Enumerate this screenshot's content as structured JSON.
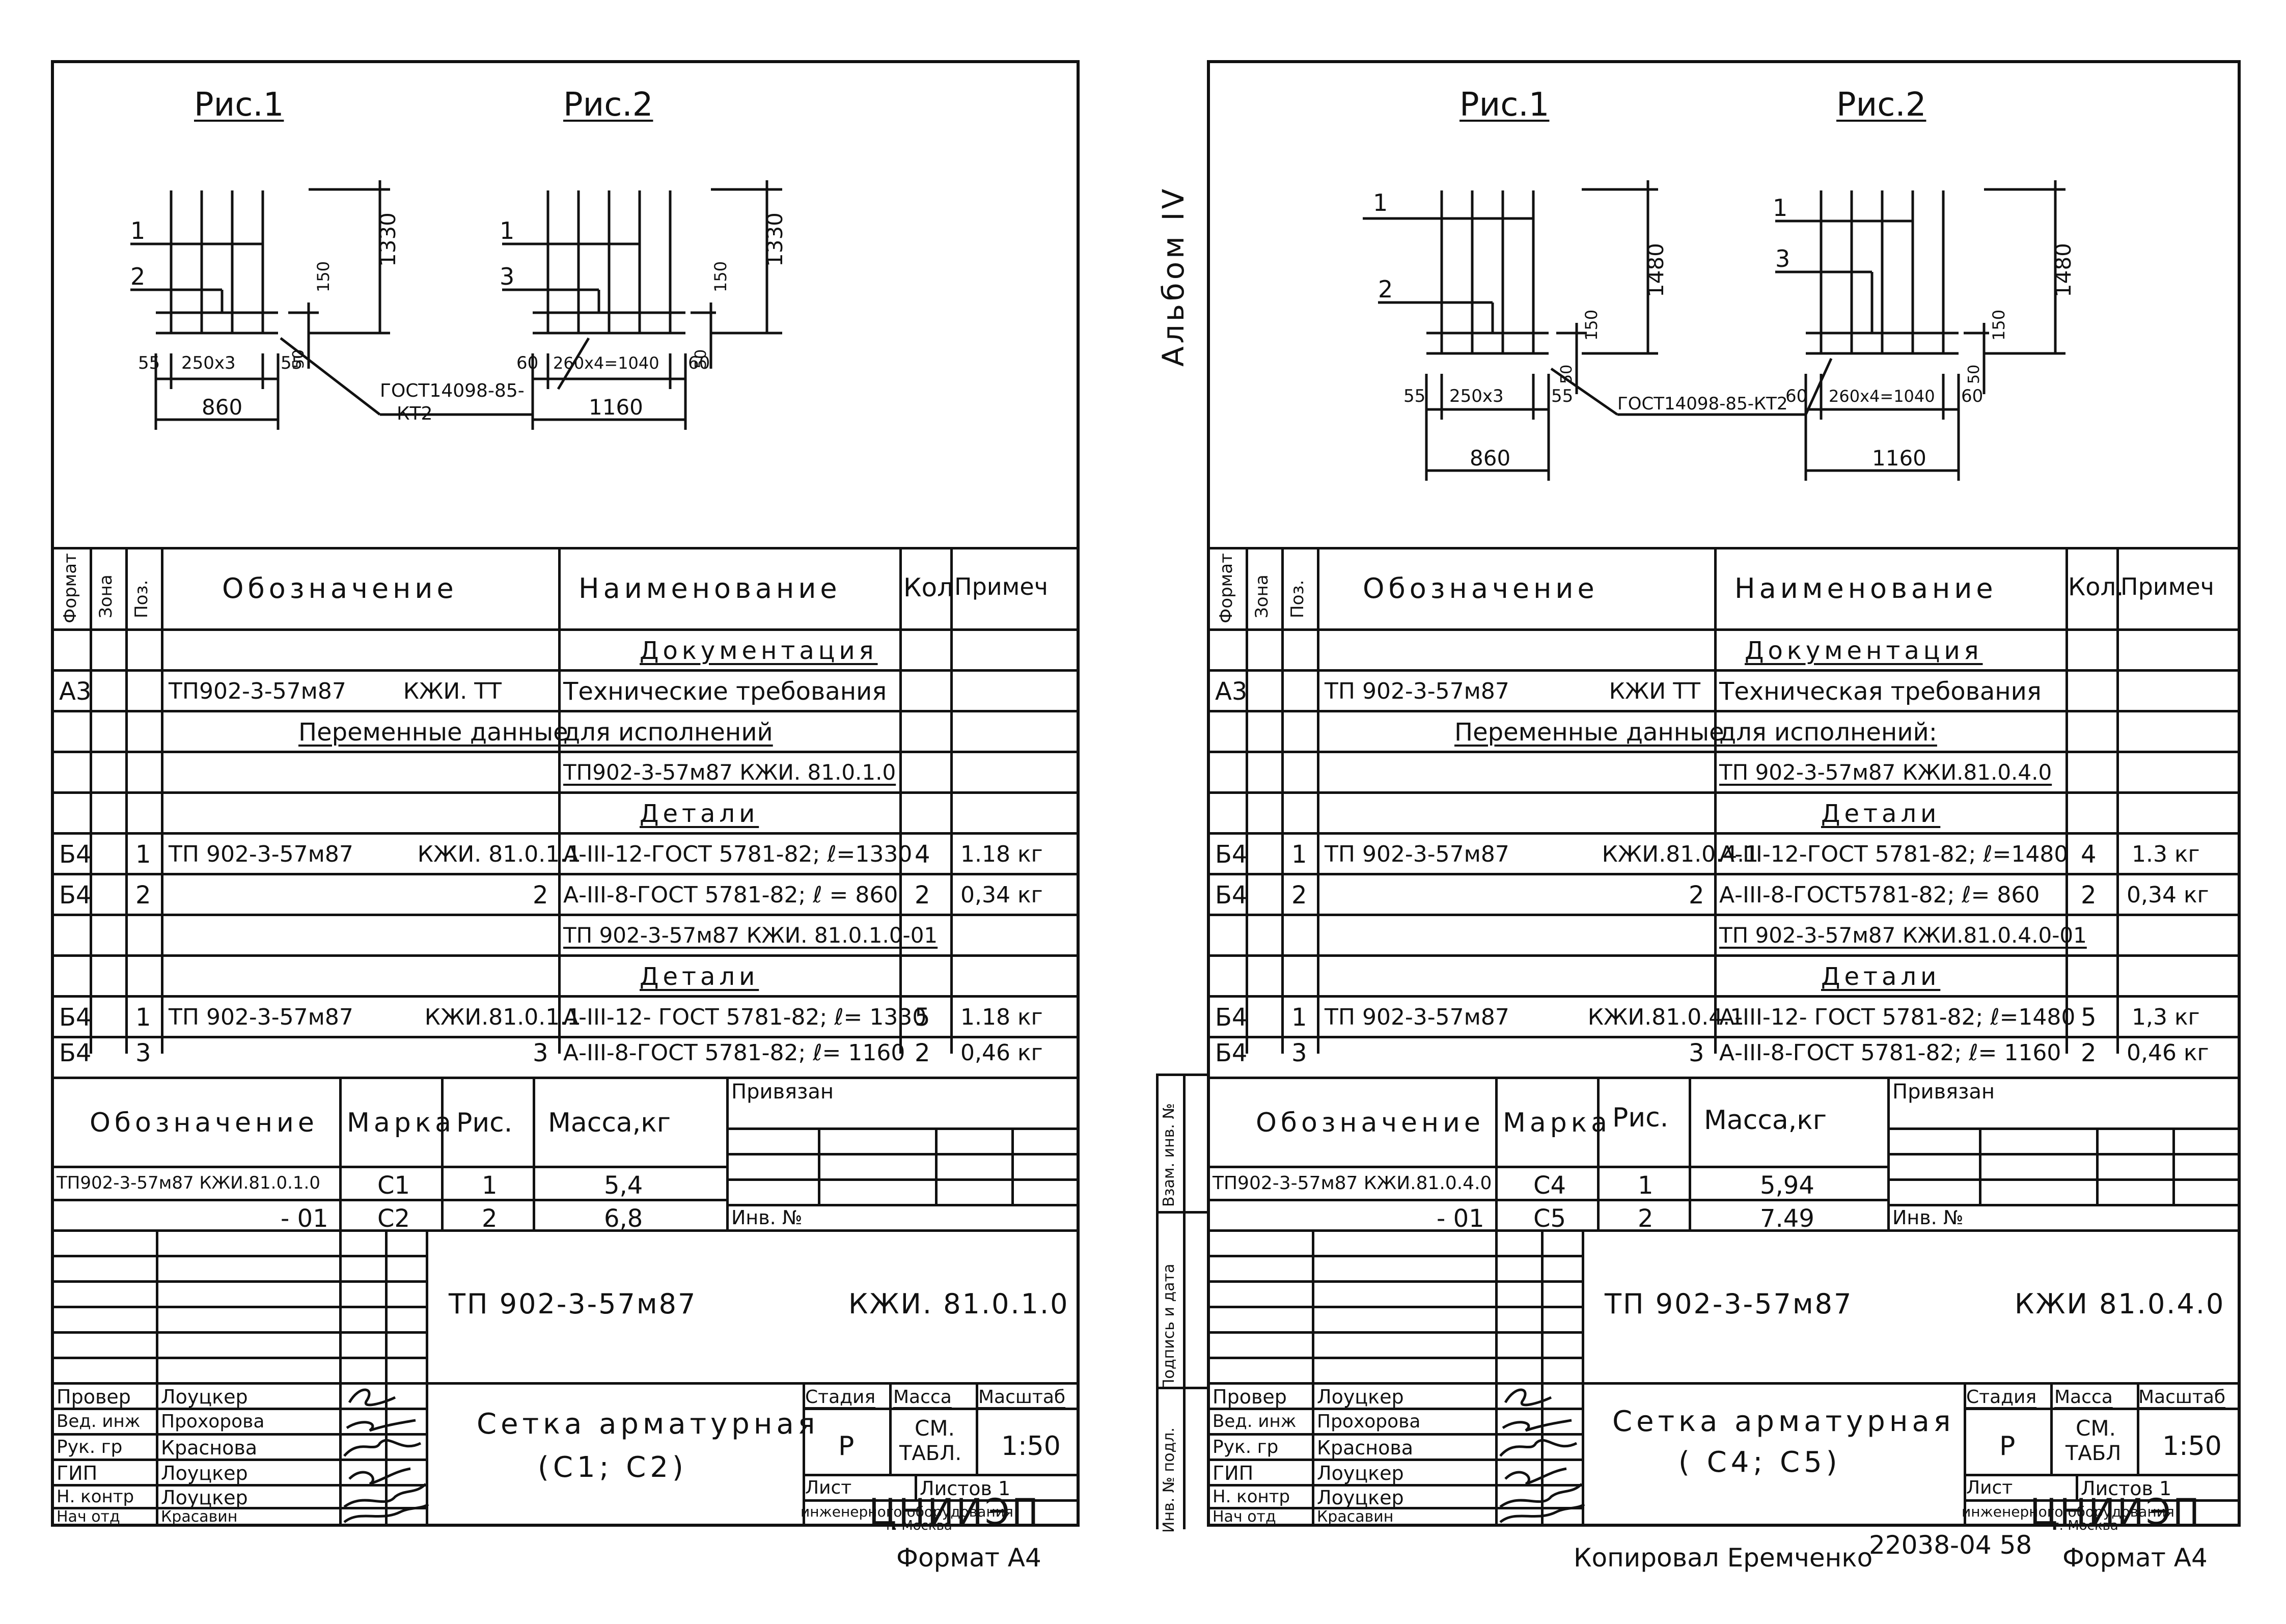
{
  "left": {
    "figures": {
      "fig1_title": "Рис.1",
      "fig2_title": "Рис.2",
      "fig1": {
        "pos_a": "1",
        "pos_b": "2",
        "height": "1330",
        "h150": "150",
        "h50": "50",
        "d55a": "55",
        "spacing": "250x3",
        "d55b": "55",
        "width": "860"
      },
      "fig2": {
        "pos_a": "1",
        "pos_b": "3",
        "height": "1330",
        "h150": "150",
        "h50": "50",
        "d60a": "60",
        "spacing": "260x4=1040",
        "d60b": "60",
        "width": "1160"
      },
      "weld_note_1": "ГОСТ14098-85-",
      "weld_note_2": "-КТ2"
    },
    "spec": {
      "headers": {
        "format": "Формат",
        "zone": "Зона",
        "pos": "Поз.",
        "designation": "Обозначение",
        "name": "Наименование",
        "qty": "Кол",
        "note": "Примеч"
      },
      "rows": [
        {
          "format": "",
          "pos": "",
          "designation": "",
          "name": "Документация",
          "qty": "",
          "note": ""
        },
        {
          "format": "А3",
          "pos": "",
          "designation": "ТП902-3-57м87        КЖИ. ТТ",
          "name": "Технические требования",
          "qty": "",
          "note": ""
        },
        {
          "format": "",
          "pos": "",
          "designation": "Переменные данные",
          "name": "для исполнений",
          "qty": "",
          "note": ""
        },
        {
          "format": "",
          "pos": "",
          "designation": "",
          "name": "ТП902-3-57м87  КЖИ. 81.0.1.0",
          "qty": "",
          "note": ""
        },
        {
          "format": "",
          "pos": "",
          "designation": "",
          "name": "Детали",
          "qty": "",
          "note": ""
        },
        {
          "format": "Б4",
          "pos": "1",
          "designation": "ТП 902-3-57м87         КЖИ. 81.0.1.1",
          "name": "А-III-12-ГОСТ 5781-82; ℓ=1330",
          "qty": "4",
          "note": "1.18 кг"
        },
        {
          "format": "Б4",
          "pos": "2",
          "designation": "2",
          "name": "А-III-8-ГОСТ 5781-82; ℓ = 860",
          "qty": "2",
          "note": "0,34 кг"
        },
        {
          "format": "",
          "pos": "",
          "designation": "",
          "name": "ТП 902-3-57м87   КЖИ. 81.0.1.0-01",
          "qty": "",
          "note": ""
        },
        {
          "format": "",
          "pos": "",
          "designation": "",
          "name": "Детали",
          "qty": "",
          "note": ""
        },
        {
          "format": "Б4",
          "pos": "1",
          "designation": "ТП 902-3-57м87          КЖИ.81.0.1.1",
          "name": "А-III-12- ГОСТ 5781-82; ℓ= 1330",
          "qty": "5",
          "note": "1.18 кг"
        },
        {
          "format": "Б4",
          "pos": "3",
          "designation": "3",
          "name": "А-III-8-ГОСТ 5781-82; ℓ= 1160",
          "qty": "2",
          "note": "0,46 кг"
        }
      ]
    },
    "mass_table": {
      "headers": {
        "designation": "Обозначение",
        "mark": "Марка",
        "fig": "Рис.",
        "mass": "Масса,кг"
      },
      "rows": [
        {
          "designation": "ТП902-3-57м87  КЖИ.81.0.1.0",
          "mark": "С1",
          "fig": "1",
          "mass": "5,4"
        },
        {
          "designation": "- 01",
          "mark": "С2",
          "fig": "2",
          "mass": "6,8"
        }
      ],
      "linked": "Привязан",
      "inv": "Инв. №"
    },
    "title_block": {
      "code_left": "ТП 902-3-57м87",
      "code_right": "КЖИ. 81.0.1.0",
      "title_1": "Сетка арматурная",
      "title_2": "(С1; С2)",
      "stage_h": "Стадия",
      "mass_h": "Масса",
      "scale_h": "Масштаб",
      "stage": "Р",
      "mass_1": "СМ.",
      "mass_2": "ТАБЛ.",
      "scale": "1:50",
      "sheet": "Лист",
      "sheets": "Листов 1",
      "org": "ЦНИИЭП",
      "org_sub_1": "инженерного оборудования",
      "org_sub_2": "г. Москва",
      "staff": [
        {
          "role": "Провер",
          "name": "Лоуцкер"
        },
        {
          "role": "Вед. инж",
          "name": "Прохорова"
        },
        {
          "role": "Рук. гр",
          "name": "Краснова"
        },
        {
          "role": "ГИП",
          "name": "Лоуцкер"
        },
        {
          "role": "Н. контр",
          "name": "Лоуцкер"
        },
        {
          "role": "Нач отд",
          "name": "Красавин"
        }
      ]
    },
    "format_note": "Формат А4"
  },
  "right": {
    "side_label": "Альбом IV",
    "side_strip": [
      "Инв. № подл.",
      "Подпись и дата",
      "Взам. инв. №"
    ],
    "figures": {
      "fig1_title": "Рис.1",
      "fig2_title": "Рис.2",
      "fig1": {
        "pos_a": "1",
        "pos_b": "2",
        "height": "1480",
        "h150": "150",
        "h50": "50",
        "d55a": "55",
        "spacing": "250x3",
        "d55b": "55",
        "width": "860"
      },
      "fig2": {
        "pos_a": "1",
        "pos_b": "3",
        "height": "1480",
        "h150": "150",
        "h50": "50",
        "d60a": "60",
        "spacing": "260x4=1040",
        "d60b": "60",
        "width": "1160"
      },
      "weld_note": "ГОСТ14098-85-КТ2"
    },
    "spec": {
      "headers": {
        "format": "Формат",
        "zone": "Зона",
        "pos": "Поз.",
        "designation": "Обозначение",
        "name": "Наименование",
        "qty": "Кол.",
        "note": "Примеч"
      },
      "rows": [
        {
          "format": "",
          "pos": "",
          "designation": "",
          "name": "Документация",
          "qty": "",
          "note": ""
        },
        {
          "format": "А3",
          "pos": "",
          "designation": "ТП 902-3-57м87              КЖИ ТТ",
          "name": "Техническая требования",
          "qty": "",
          "note": ""
        },
        {
          "format": "",
          "pos": "",
          "designation": "Переменные данные",
          "name": "для исполнений:",
          "qty": "",
          "note": ""
        },
        {
          "format": "",
          "pos": "",
          "designation": "",
          "name": "ТП 902-3-57м87    КЖИ.81.0.4.0",
          "qty": "",
          "note": ""
        },
        {
          "format": "",
          "pos": "",
          "designation": "",
          "name": "Детали",
          "qty": "",
          "note": ""
        },
        {
          "format": "Б4",
          "pos": "1",
          "designation": "ТП 902-3-57м87             КЖИ.81.0.4.1",
          "name": "А-III-12-ГОСТ 5781-82; ℓ=1480",
          "qty": "4",
          "note": "1.3 кг"
        },
        {
          "format": "Б4",
          "pos": "2",
          "designation": "2",
          "name": "А-III-8-ГОСТ5781-82; ℓ= 860",
          "qty": "2",
          "note": "0,34 кг"
        },
        {
          "format": "",
          "pos": "",
          "designation": "",
          "name": "ТП 902-3-57м87    КЖИ.81.0.4.0-01",
          "qty": "",
          "note": ""
        },
        {
          "format": "",
          "pos": "",
          "designation": "",
          "name": "Детали",
          "qty": "",
          "note": ""
        },
        {
          "format": "Б4",
          "pos": "1",
          "designation": "ТП 902-3-57м87           КЖИ.81.0.4.1",
          "name": "А-III-12- ГОСТ 5781-82; ℓ=1480",
          "qty": "5",
          "note": "1,3 кг"
        },
        {
          "format": "Б4",
          "pos": "3",
          "designation": "3",
          "name": "А-III-8-ГОСТ 5781-82; ℓ= 1160",
          "qty": "2",
          "note": "0,46 кг"
        }
      ]
    },
    "mass_table": {
      "headers": {
        "designation": "Обозначение",
        "mark": "Марка",
        "fig": "Рис.",
        "mass": "Масса,кг"
      },
      "rows": [
        {
          "designation": "ТП902-3-57м87 КЖИ.81.0.4.0",
          "mark": "С4",
          "fig": "1",
          "mass": "5,94"
        },
        {
          "designation": "- 01",
          "mark": "С5",
          "fig": "2",
          "mass": "7.49"
        }
      ],
      "linked": "Привязан",
      "inv": "Инв. №"
    },
    "title_block": {
      "code_left": "ТП 902-3-57м87",
      "code_right": "КЖИ 81.0.4.0",
      "title_1": "Сетка арматурная",
      "title_2": "( С4; С5)",
      "stage_h": "Стадия",
      "mass_h": "Масса",
      "scale_h": "Масштаб",
      "stage": "Р",
      "mass_1": "СМ.",
      "mass_2": "ТАБЛ",
      "scale": "1:50",
      "sheet": "Лист",
      "sheets": "Листов 1",
      "org": "ЦНИИЭП",
      "org_sub_1": "инженерного оборудования",
      "org_sub_2": "г. Москва",
      "staff": [
        {
          "role": "Провер",
          "name": "Лоуцкер"
        },
        {
          "role": "Вед. инж",
          "name": "Прохорова"
        },
        {
          "role": "Рук. гр",
          "name": "Краснова"
        },
        {
          "role": "ГИП",
          "name": "Лоуцкер"
        },
        {
          "role": "Н. контр",
          "name": "Лоуцкер"
        },
        {
          "role": "Нач отд",
          "name": "Красавин"
        }
      ]
    },
    "bottom_note": "Копировал  Еремченко",
    "stamp": "22038-04  58",
    "format_note": "Формат А4"
  }
}
